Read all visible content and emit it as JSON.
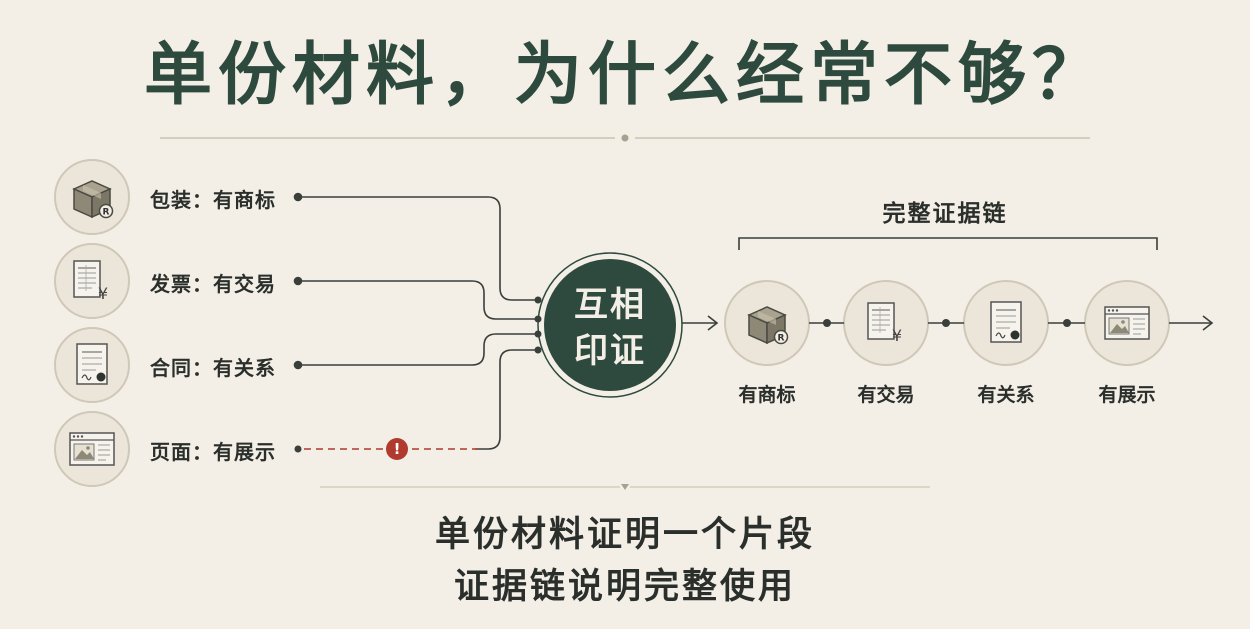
{
  "title": "单份材料，为什么经常不够？",
  "sources": [
    {
      "label": "包装：有商标",
      "icon": "box-icon"
    },
    {
      "label": "发票：有交易",
      "icon": "invoice-icon"
    },
    {
      "label": "合同：有关系",
      "icon": "contract-icon"
    },
    {
      "label": "页面：有展示",
      "icon": "webpage-icon"
    }
  ],
  "hub": {
    "line1": "互相",
    "line2": "印证"
  },
  "warning_glyph": "!",
  "chain": {
    "title": "完整证据链",
    "items": [
      {
        "label": "有商标",
        "icon": "box-icon"
      },
      {
        "label": "有交易",
        "icon": "invoice-icon"
      },
      {
        "label": "有关系",
        "icon": "contract-icon"
      },
      {
        "label": "有展示",
        "icon": "webpage-icon"
      }
    ]
  },
  "bottom": {
    "line1": "单份材料证明一个片段",
    "line2": "证据链说明完整使用"
  },
  "colors": {
    "background": "#f3efe6",
    "primary": "#2e4a3e",
    "warning": "#b03a2e",
    "line": "#3a3f3b"
  }
}
